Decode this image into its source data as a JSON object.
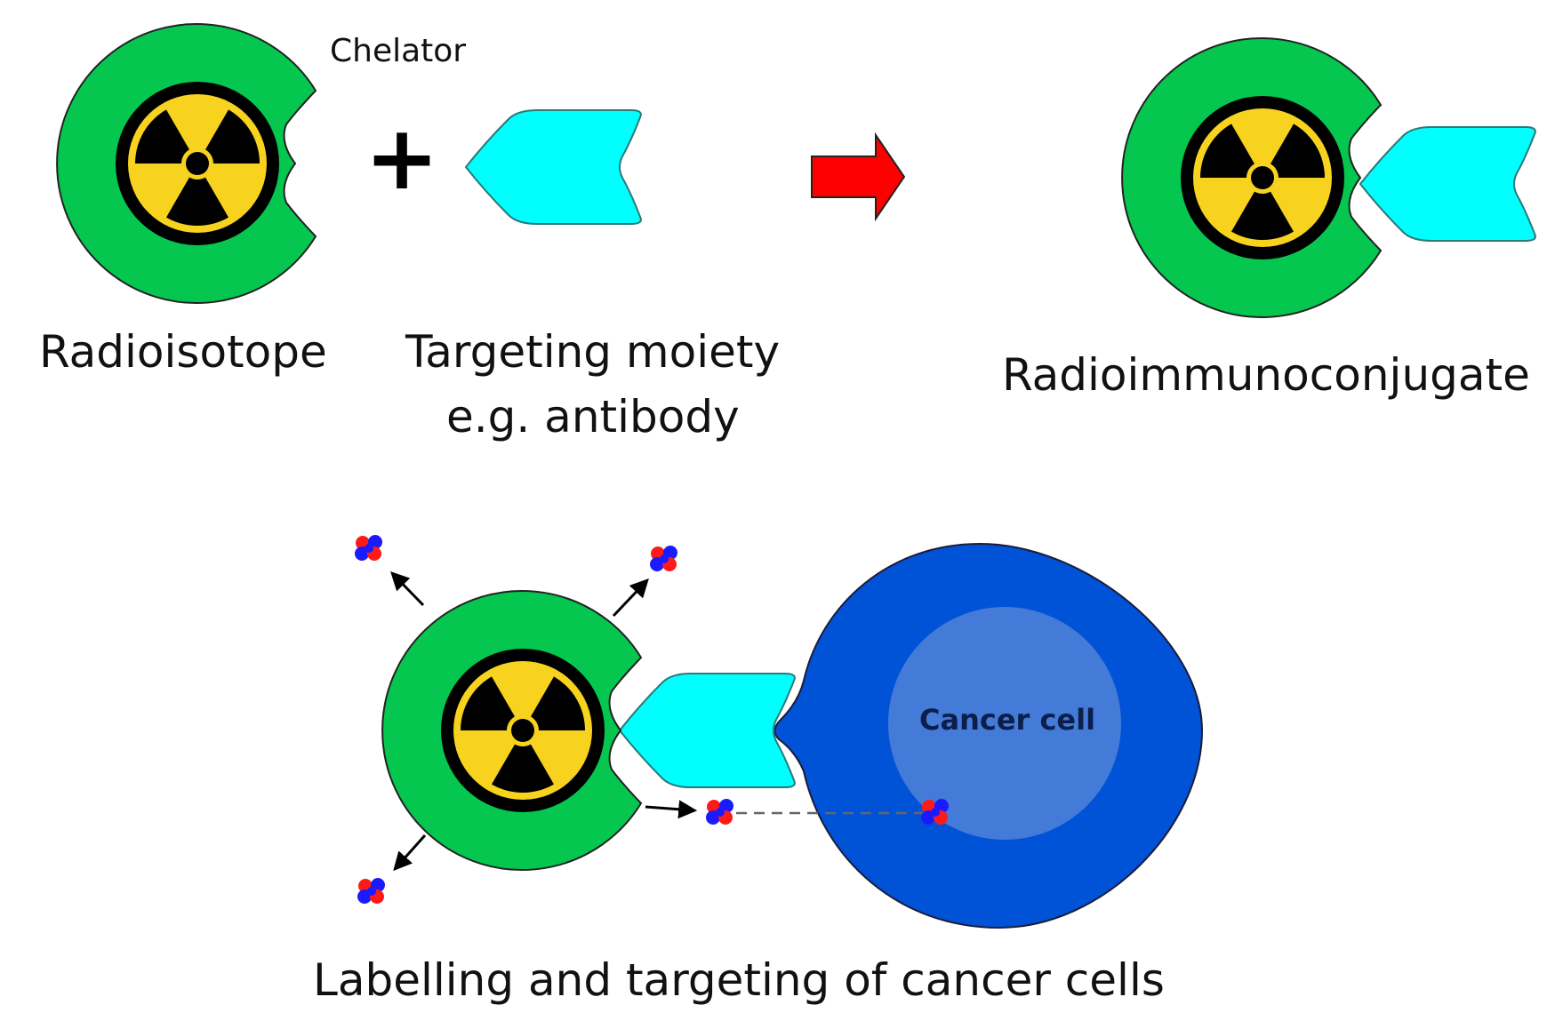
{
  "labels": {
    "chelator": "Chelator",
    "radioisotope": "Radioisotope",
    "targeting_line1": "Targeting moiety",
    "targeting_line2": "e.g. antibody",
    "radioimmunoconjugate": "Radioimmunoconjugate",
    "cancer_cell": "Cancer cell",
    "caption": "Labelling and targeting of cancer cells"
  },
  "symbols": {
    "plus": "+"
  },
  "icons": [
    "radiation-icon",
    "reaction-arrow-icon",
    "particle-icon"
  ],
  "colors": {
    "chelator_green": "#05c74f",
    "radiation_yellow": "#f7d21e",
    "antibody_cyan": "#00ffff",
    "arrow_red": "#ff0000",
    "cell_dark_blue": "#0052d6",
    "nucleus_blue": "#447ad8",
    "particle_red": "#ff1a1a",
    "particle_blue": "#1a1aff"
  }
}
